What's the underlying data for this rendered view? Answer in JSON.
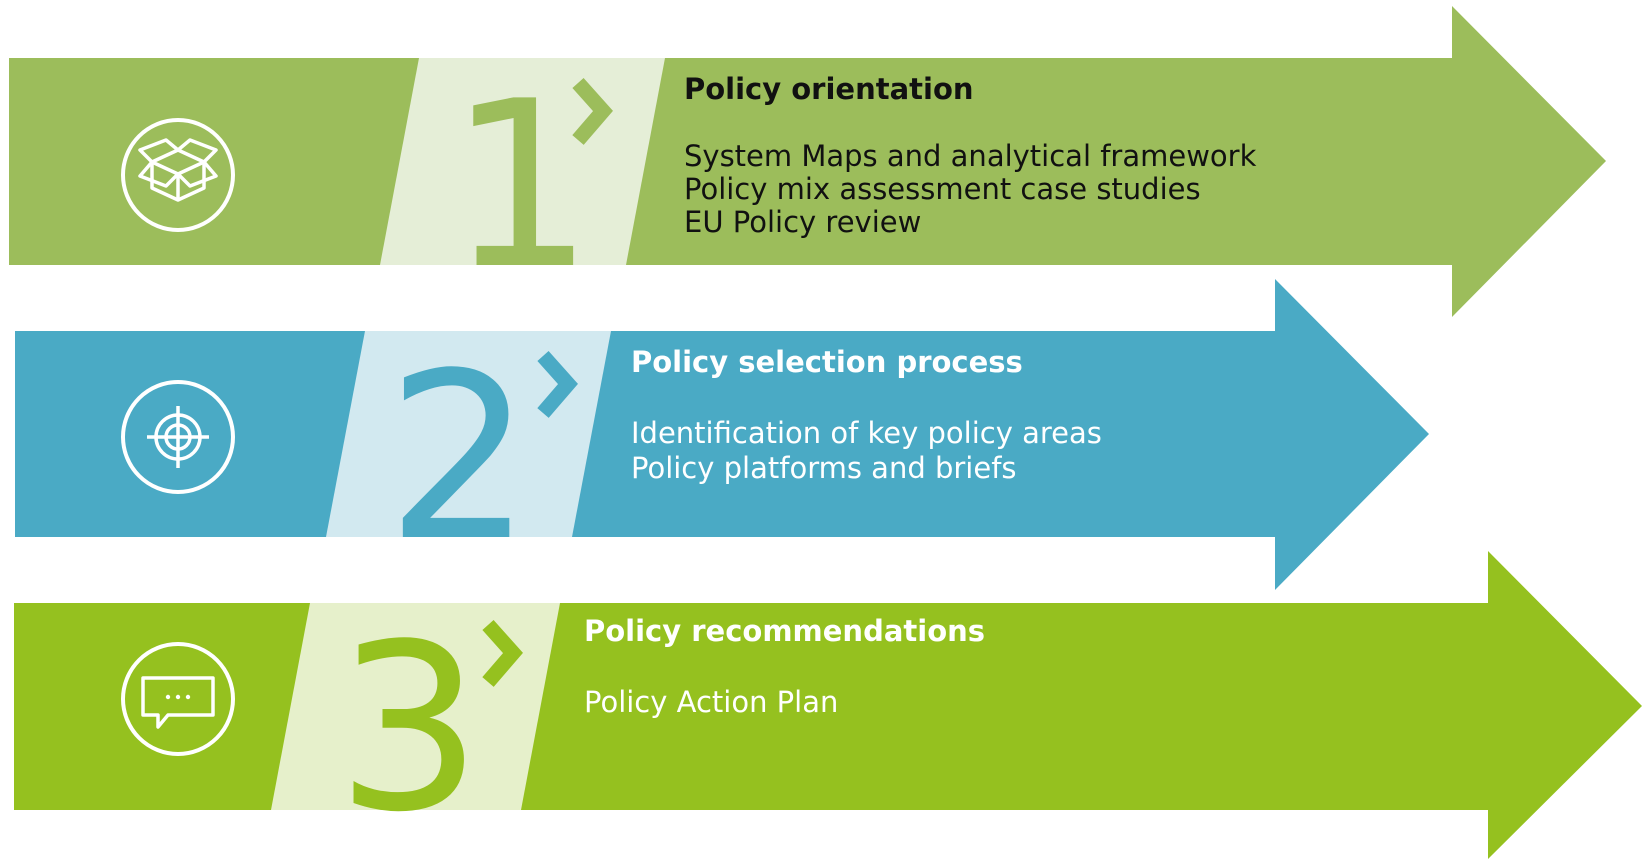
{
  "colors": {
    "step1": "#9cbd5b",
    "step1_light": "#e5eed7",
    "step2": "#4aaac5",
    "step2_light": "#d2e9f0",
    "step3": "#95c11f",
    "step3_light": "#e6f0cb",
    "white": "#ffffff",
    "dark_text": "#111111"
  },
  "steps": [
    {
      "number": "1",
      "title": "Policy orientation",
      "lines": [
        "System Maps and analytical framework",
        "Policy mix assessment case studies",
        "EU Policy review"
      ],
      "icon": "box-icon"
    },
    {
      "number": "2",
      "title": "Policy selection process",
      "lines": [
        "Identification of key policy areas",
        "Policy platforms and briefs"
      ],
      "icon": "target-icon"
    },
    {
      "number": "3",
      "title": "Policy recommendations",
      "lines": [
        "Policy Action Plan"
      ],
      "icon": "speech-bubble-icon"
    }
  ]
}
